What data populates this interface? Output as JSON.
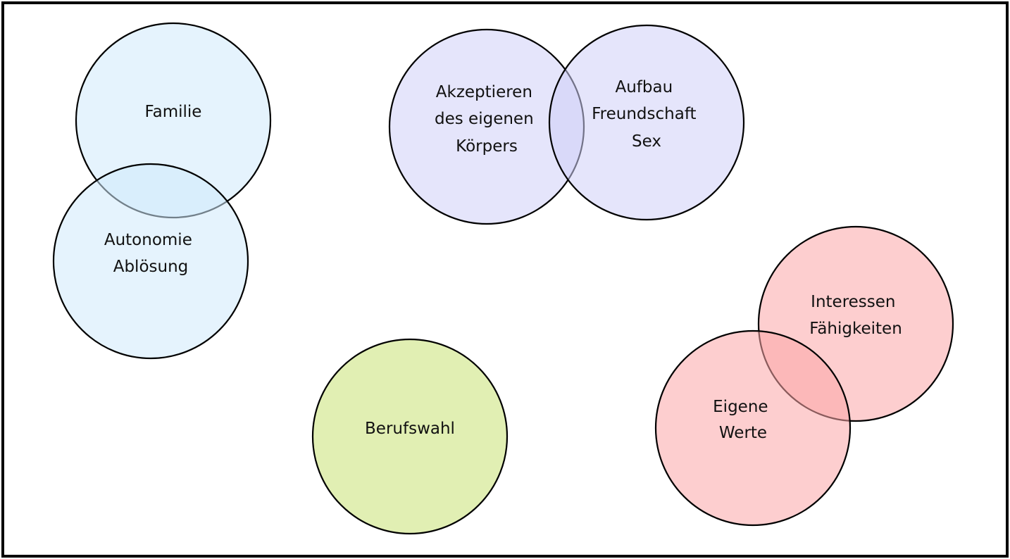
{
  "bubbles": [
    {
      "id": "familie",
      "lines": [
        "Familie"
      ],
      "color": "#cfe9fb"
    },
    {
      "id": "autonomie",
      "lines": [
        "Autonomie",
        "Ablösung"
      ],
      "color": "#cfe9fb"
    },
    {
      "id": "koerper",
      "lines": [
        "Akzeptieren",
        "des eigenen",
        "Körpers"
      ],
      "color": "#d0d0f7"
    },
    {
      "id": "freundschaft",
      "lines": [
        "Aufbau",
        "Freundschaft",
        "Sex"
      ],
      "color": "#d0d0f7"
    },
    {
      "id": "interessen",
      "lines": [
        "Interessen",
        "Fähigkeiten"
      ],
      "color": "#fca6a8"
    },
    {
      "id": "werte",
      "lines": [
        "Eigene",
        "Werte"
      ],
      "color": "#fca6a8"
    },
    {
      "id": "berufswahl",
      "lines": [
        "Berufswahl"
      ],
      "color": "#c9e175"
    }
  ]
}
